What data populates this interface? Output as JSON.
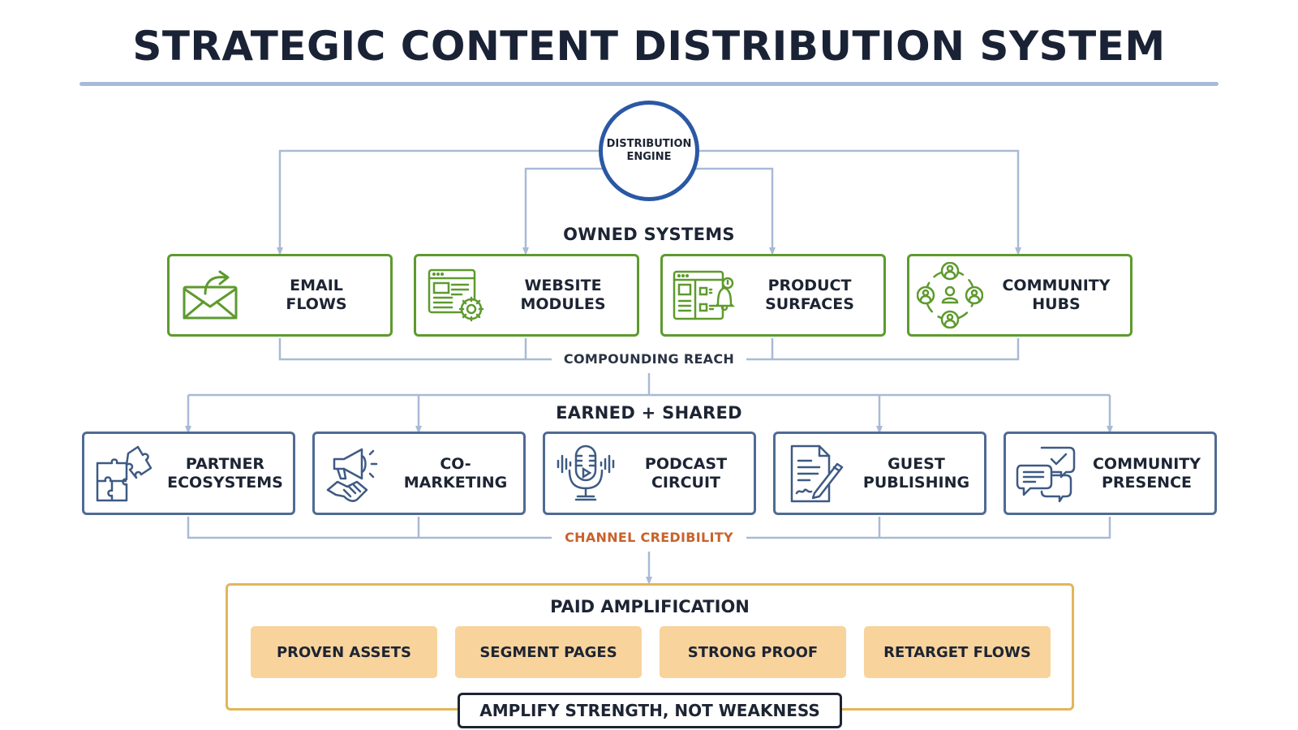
{
  "title": "STRATEGIC CONTENT DISTRIBUTION SYSTEM",
  "engine": {
    "label": "DISTRIBUTION\nENGINE",
    "ring_color": "#2a58a4"
  },
  "owned": {
    "heading": "OWNED SYSTEMS",
    "accent_color": "#5e9a2e",
    "items": [
      {
        "label": "EMAIL\nFLOWS",
        "icon": "envelope-forward-icon"
      },
      {
        "label": "WEBSITE\nMODULES",
        "icon": "webpage-gear-icon"
      },
      {
        "label": "PRODUCT\nSURFACES",
        "icon": "app-window-bell-icon"
      },
      {
        "label": "COMMUNITY\nHUBS",
        "icon": "people-network-icon"
      }
    ],
    "outcome": "COMPOUNDING REACH"
  },
  "earned": {
    "heading": "EARNED + SHARED",
    "accent_color": "#4f6b93",
    "items": [
      {
        "label": "PARTNER\nECOSYSTEMS",
        "icon": "puzzle-pieces-icon"
      },
      {
        "label": "CO-MARKETING",
        "icon": "megaphone-handshake-icon"
      },
      {
        "label": "PODCAST\nCIRCUIT",
        "icon": "microphone-icon"
      },
      {
        "label": "GUEST\nPUBLISHING",
        "icon": "document-pen-icon"
      },
      {
        "label": "COMMUNITY\nPRESENCE",
        "icon": "chat-bubbles-icon"
      }
    ],
    "outcome": "CHANNEL CREDIBILITY",
    "outcome_color": "#c8622b"
  },
  "paid": {
    "heading": "PAID AMPLIFICATION",
    "accent_color": "#e2b65a",
    "pill_color": "#f8d39b",
    "items": [
      "PROVEN ASSETS",
      "SEGMENT PAGES",
      "STRONG PROOF",
      "RETARGET FLOWS"
    ],
    "tagline": "AMPLIFY STRENGTH, NOT WEAKNESS"
  },
  "connector_color": "#a9bad6"
}
